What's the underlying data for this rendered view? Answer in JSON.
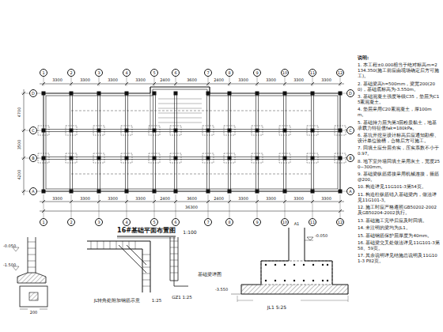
{
  "diagram": {
    "title": "16#基础平面布置图",
    "nodes": [
      {
        "text": [
          "1"
        ]
      },
      {
        "text": [
          "2"
        ]
      },
      {
        "text": [
          "3"
        ]
      },
      {
        "text": [
          "4"
        ]
      },
      {
        "text": [
          "5"
        ]
      },
      {
        "text": [
          "6"
        ]
      },
      {
        "text": [
          "7"
        ]
      },
      {
        "text": [
          "8"
        ]
      },
      {
        "text": [
          "9"
        ]
      },
      {
        "text": [
          "10"
        ]
      },
      {
        "text": [
          "11"
        ]
      },
      {
        "text": [
          "12"
        ]
      },
      {
        "text": [
          "D"
        ]
      },
      {
        "text": [
          "C"
        ]
      },
      {
        "text": [
          "B"
        ]
      },
      {
        "text": [
          "A"
        ]
      },
      {
        "text": [
          "D"
        ]
      },
      {
        "text": [
          "C"
        ]
      },
      {
        "text": [
          "B"
        ]
      },
      {
        "text": [
          "A"
        ]
      },
      {
        "text": [
          "1"
        ]
      },
      {
        "text": [
          "2"
        ]
      },
      {
        "text": [
          "3"
        ]
      },
      {
        "text": [
          "4"
        ]
      },
      {
        "text": [
          "5"
        ]
      },
      {
        "text": [
          "6"
        ]
      },
      {
        "text": [
          "7"
        ]
      },
      {
        "text": [
          "8"
        ]
      },
      {
        "text": [
          "9"
        ]
      },
      {
        "text": [
          "10"
        ]
      },
      {
        "text": [
          "11"
        ]
      },
      {
        "text": [
          "12"
        ]
      }
    ],
    "labels": [
      "3300",
      "3300",
      "3300",
      "3300",
      "2400",
      "3600",
      "2400",
      "3300",
      "3300",
      "3300",
      "3300",
      "3300",
      "3300",
      "3300",
      "3300",
      "2400",
      "3600",
      "2400",
      "3300",
      "3300",
      "3300",
      "3300",
      "36300",
      "4700",
      "3500",
      "4200",
      "1:100",
      "-0.050",
      "-1.500",
      "200",
      "JL转角处附加钢筋示意",
      "1:25",
      "GZ1 1:25",
      "基础梁详图",
      "A1",
      "-0.050",
      "-3.550",
      "JL1 5:25",
      "说明:",
      "1. 本工程±0.000相当于绝对标高m=2134.350(施工前应由现场确定后方可施工)。",
      "2. 基础梁高h=500mm，梁宽200(200)，基础底标高为-3.550m。",
      "3. 基础混凝土强度等级C35，垫层为C15素混凝土。",
      "4. 垫层采用C20素混凝土，厚100mm。",
      "5. 基础持力层为第3层粉质黏土，地基承载力特征值fak=180kPa。",
      "6. 基坑开挖至设计标高后应通知勘察、设计单位验槽，合格后方可施工。",
      "7. 回填土应分层夯实，压实系数不小于0.97。",
      "8. 地下室外墙回填土采用灰土，宽度250~300mm。",
      "9. 基础梁纵筋搭接采用机械连接，箍筋@200。",
      "10. 构造详见11G101-3第54页。",
      "11. 构造柱纵筋锚入基础梁内，做法详见11G101-3。",
      "12. 施工时应严格遵照GB50202-2002及GB50204-2002执行。",
      "13. 基础施工完毕后应及时回填。",
      "14. 未注明的梁均为JL1。",
      "15. 基础钢筋保护层厚度为40mm。",
      "16. 基础梁交叉处做法详见11G101-3第58、59页。",
      "17. 其余说明详见结施总说明及11G101-3 P82页。"
    ]
  }
}
